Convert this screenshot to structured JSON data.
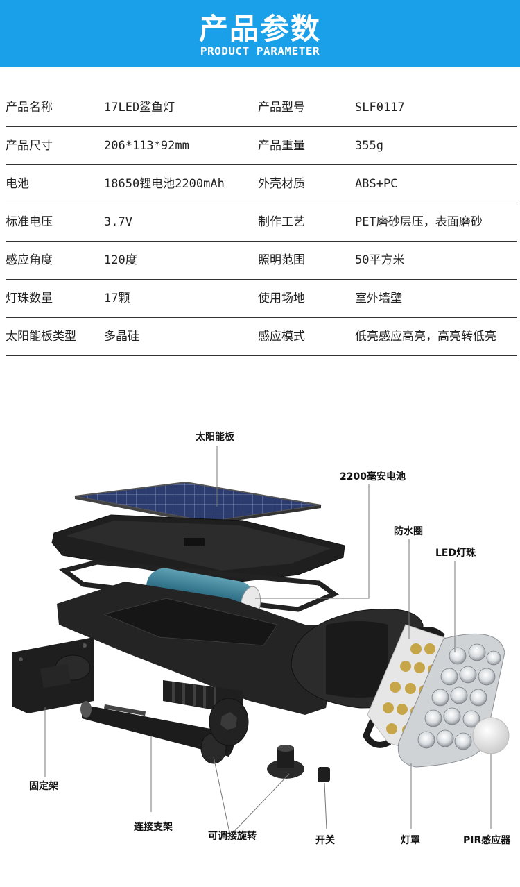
{
  "header": {
    "title": "产品参数",
    "subtitle": "PRODUCT PARAMETER"
  },
  "params": [
    {
      "k1": "产品名称",
      "v1": "17LED鲨鱼灯",
      "k2": "产品型号",
      "v2": "SLF0117"
    },
    {
      "k1": "产品尺寸",
      "v1": "206*113*92mm",
      "k2": "产品重量",
      "v2": "355g"
    },
    {
      "k1": "电池",
      "v1": "18650锂电池2200mAh",
      "k2": "外壳材质",
      "v2": "ABS+PC"
    },
    {
      "k1": "标准电压",
      "v1": "3.7V",
      "k2": "制作工艺",
      "v2": "PET磨砂层压，表面磨砂"
    },
    {
      "k1": "感应角度",
      "v1": "120度",
      "k2": "照明范围",
      "v2": "50平方米"
    },
    {
      "k1": "灯珠数量",
      "v1": "17颗",
      "k2": "使用场地",
      "v2": "室外墙壁"
    },
    {
      "k1": "太阳能板类型",
      "v1": "多晶硅",
      "k2": "感应模式",
      "v2": "低亮感应高亮，高亮转低亮"
    }
  ],
  "diagram_labels": {
    "solar_panel": "太阳能板",
    "battery": "2200毫安电池",
    "waterproof_ring": "防水圈",
    "led_beads": "LED灯珠",
    "mount_bracket": "固定架",
    "connecting_bracket": "连接支架",
    "adjustable_joint": "可调接旋转",
    "switch": "开关",
    "lamp_cover": "灯罩",
    "pir_sensor": "PIR感应器"
  }
}
